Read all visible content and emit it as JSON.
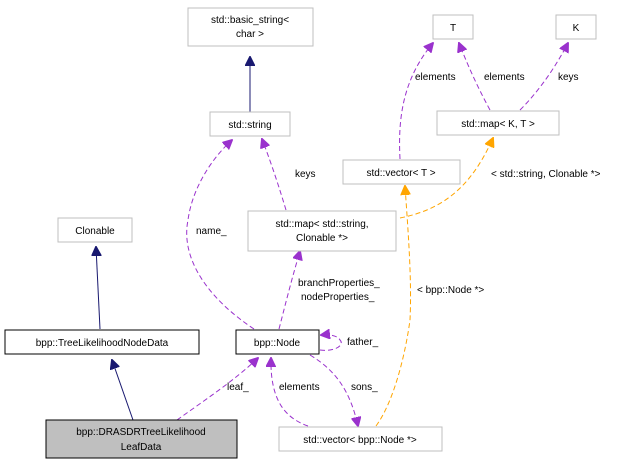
{
  "diagram": {
    "type": "collaboration-graph",
    "nodes": {
      "basic_string": {
        "lines": [
          "std::basic_string<",
          "char >"
        ],
        "style": "external"
      },
      "string": {
        "lines": [
          "std::string"
        ],
        "style": "external"
      },
      "T": {
        "lines": [
          "T"
        ],
        "style": "external"
      },
      "K": {
        "lines": [
          "K"
        ],
        "style": "external"
      },
      "map_KT": {
        "lines": [
          "std::map< K, T >"
        ],
        "style": "external"
      },
      "vector_T": {
        "lines": [
          "std::vector< T >"
        ],
        "style": "external"
      },
      "map_string_clonable": {
        "lines": [
          "std::map< std::string,",
          "Clonable *>"
        ],
        "style": "external"
      },
      "clonable": {
        "lines": [
          "Clonable"
        ],
        "style": "external"
      },
      "tree_likelihood_node_data": {
        "lines": [
          "bpp::TreeLikelihoodNodeData"
        ],
        "style": "documented"
      },
      "node": {
        "lines": [
          "bpp::Node"
        ],
        "style": "documented"
      },
      "vector_node_ptr": {
        "lines": [
          "std::vector< bpp::Node *>"
        ],
        "style": "external"
      },
      "leaf_data": {
        "lines": [
          "bpp::DRASDRTreeLikelihood",
          "LeafData"
        ],
        "style": "focus"
      }
    },
    "edges": [
      {
        "from": "string",
        "to": "basic_string",
        "kind": "inherit",
        "label": ""
      },
      {
        "from": "vector_T",
        "to": "T",
        "kind": "usage",
        "label": "elements"
      },
      {
        "from": "map_KT",
        "to": "T",
        "kind": "usage",
        "label": "elements"
      },
      {
        "from": "map_KT",
        "to": "K",
        "kind": "usage",
        "label": "keys"
      },
      {
        "from": "map_string_clonable",
        "to": "string",
        "kind": "usage",
        "label": "keys"
      },
      {
        "from": "map_string_clonable",
        "to": "map_KT",
        "kind": "template",
        "label": "< std::string, Clonable *>"
      },
      {
        "from": "node",
        "to": "string",
        "kind": "usage",
        "label": "name_"
      },
      {
        "from": "node",
        "to": "map_string_clonable",
        "kind": "usage",
        "label": "branchProperties_\nnodeProperties_"
      },
      {
        "from": "node",
        "to": "node",
        "kind": "usage",
        "label": "father_"
      },
      {
        "from": "node",
        "to": "vector_node_ptr",
        "kind": "usage",
        "label": "sons_"
      },
      {
        "from": "vector_node_ptr",
        "to": "node",
        "kind": "usage",
        "label": "elements"
      },
      {
        "from": "vector_node_ptr",
        "to": "vector_T",
        "kind": "template",
        "label": "< bpp::Node *>"
      },
      {
        "from": "tree_likelihood_node_data",
        "to": "clonable",
        "kind": "inherit",
        "label": ""
      },
      {
        "from": "leaf_data",
        "to": "tree_likelihood_node_data",
        "kind": "inherit",
        "label": ""
      },
      {
        "from": "leaf_data",
        "to": "node",
        "kind": "usage",
        "label": "leaf_"
      }
    ],
    "colors": {
      "inherit": "#191970",
      "usage": "#9a32cd",
      "template": "#ffa500",
      "focus_fill": "#bfbfbf",
      "external_border": "#bfbfbf",
      "documented_border": "#000000"
    }
  }
}
